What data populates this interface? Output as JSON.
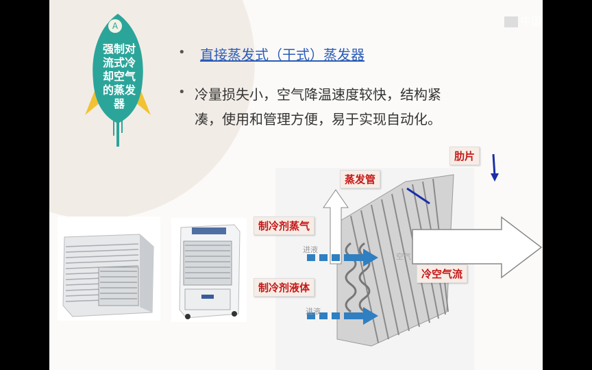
{
  "section_badge": "A",
  "section_title": "强制对流式冷却空气的蒸发器",
  "bullets": [
    {
      "text": "直接蒸发式（干式）蒸发器",
      "link": true
    },
    {
      "line1": "冷量损失小，空气降温速度较快，结构紧",
      "line2": "凑，使用和管理方便，易于实现自动化。"
    }
  ],
  "diagram_labels": {
    "fin": "肋片",
    "evap_tube": "蒸发管",
    "refrigerant_vapor": "制冷剂蒸气",
    "refrigerant_liquid": "制冷剂液体",
    "cold_air": "冷空气流",
    "inlet_top": "进液",
    "inlet_bottom": "进液",
    "air_faint": "空气"
  },
  "watermark": "中国",
  "colors": {
    "accent": "#2ba59a",
    "rocket_yellow": "#f2c233",
    "label_red": "#c41818",
    "link_blue": "#2a5cb8"
  }
}
